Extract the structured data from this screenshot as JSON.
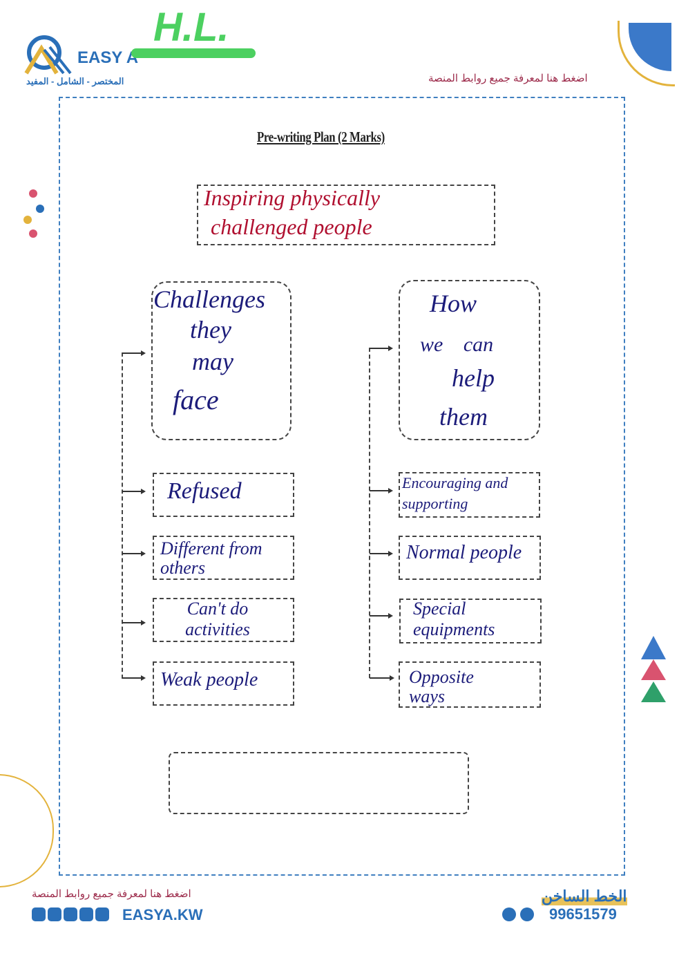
{
  "header": {
    "logo_text": "EASY A",
    "tagline": "المختصر - الشامل - المفيد",
    "handwritten_initials": "H.L.",
    "link_text": "اضغط هنا لمعرفة جميع روابط المنصة"
  },
  "document": {
    "title": "Pre-writing Plan (2 Marks)",
    "topic": [
      "Inspiring physically",
      "challenged people"
    ],
    "left": {
      "heading": [
        "Challenges",
        "they",
        "may",
        "face"
      ],
      "items": [
        "Refused",
        "Different from others",
        "Can't do activities",
        "Weak people"
      ]
    },
    "right": {
      "heading": [
        "How",
        "we can",
        "help",
        "them"
      ],
      "items": [
        "Encouraging and supporting",
        "Normal people",
        "Special equipments",
        "Opposite ways"
      ]
    }
  },
  "footer": {
    "link_text": "اضغط هنا لمعرفة جميع روابط المنصة",
    "social_handle": "EASYA.KW",
    "hotline_label": "الخط الساخن",
    "phone": "99651579"
  }
}
